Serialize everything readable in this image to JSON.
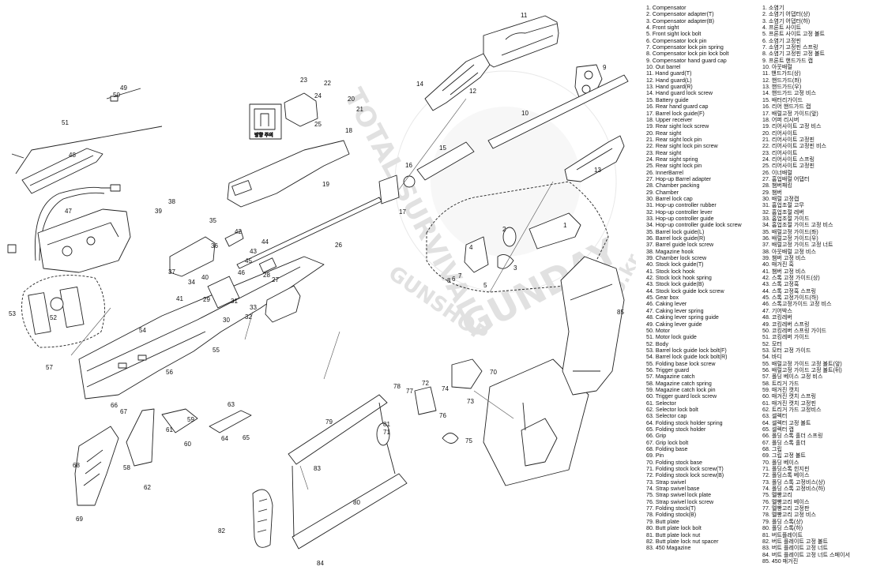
{
  "watermark": {
    "arc_top": "TOTAL SURVIVAL",
    "arc_bottom": "GUNSHOP",
    "brand": "GUNDAY",
    "suffix": ".co.kr"
  },
  "inset_box": {
    "label": "방향 주의"
  },
  "callouts": [
    "1",
    "2",
    "3",
    "4",
    "5",
    "6",
    "7",
    "8",
    "9",
    "10",
    "11",
    "12",
    "13",
    "14",
    "15",
    "16",
    "17",
    "18",
    "19",
    "20",
    "21",
    "22",
    "23",
    "24",
    "25",
    "26",
    "27",
    "28",
    "29",
    "30",
    "31",
    "32",
    "33",
    "34",
    "35",
    "36",
    "37",
    "38",
    "39",
    "40",
    "41",
    "42",
    "43",
    "44",
    "45",
    "46",
    "47",
    "48",
    "49",
    "50",
    "51",
    "52",
    "53",
    "54",
    "55",
    "56",
    "57",
    "58",
    "59",
    "60",
    "61",
    "62",
    "63",
    "64",
    "65",
    "66",
    "67",
    "68",
    "69",
    "70",
    "71",
    "72",
    "73",
    "74",
    "75",
    "76",
    "77",
    "78",
    "79",
    "80",
    "81",
    "82",
    "83",
    "84",
    "85"
  ],
  "parts_en": [
    "1. Compensator",
    "2. Compensator adapter(T)",
    "3. Compensator adapter(B)",
    "4. Front sight",
    "5. Front sight lock bolt",
    "6. Compensator lock pin",
    "7. Compensator lock pin spring",
    "8. Compensator lock pin lock bolt",
    "9. Compensator hand guard cap",
    "10. Out barrel",
    "11. Hand guard(T)",
    "12. Hand guard(L)",
    "13. Hand guard(R)",
    "14. Hand guard lock screw",
    "15. Battery guide",
    "16. Rear hand guard cap",
    "17. Barrel lock guide(F)",
    "18. Upper receiver",
    "19. Rear sight lock screw",
    "20. Rear sight",
    "21. Rear sight lock pin",
    "22. Rear sight lock pin screw",
    "23. Rear sight",
    "24. Rear sight spring",
    "25. Rear sight lock pin",
    "26. InnerBarrel",
    "27. Hop-up Barrel adapter",
    "28. Chamber packing",
    "29. Chamber",
    "30. Barrel lock cap",
    "31. Hop-up controller rubber",
    "32. Hop-up controller lever",
    "33. Hop-up controller guide",
    "34. Hop-up controller guide lock screw",
    "35. Barrel lock guide(L)",
    "36. Barrel lock guide(R)",
    "37. Barrel guide lock screw",
    "38. Magazine hook",
    "39. Chamber lock screw",
    "40. Stock lock guide(T)",
    "41. Stock lock hook",
    "42. Stock lock hook spring",
    "43. Stock lock guide(B)",
    "44. Stock lock guide lock   screw",
    "45. Gear box",
    "46. Caking lever",
    "47. Caking lever spring",
    "48. Caking lever spring guide",
    "49. Caking lever guide",
    "50. Motor",
    "51. Motor lock guide",
    "52. Body",
    "53. Barrel lock guide lock bolt(F)",
    "54. Barrel lock guide lock bolt(R)",
    "55. Folding base lock screw",
    "56. Trigger guard",
    "57. Magazine catch",
    "58. Magazine catch spring",
    "59. Magazine catch lock pin",
    "60. Trigger guard lock screw",
    "61. Selector",
    "62. Selector lock bolt",
    "63. Selector cap",
    "64. Folding stock holder spring",
    "65. Folding stock holder",
    "66. Grip",
    "67. Grip lock bolt",
    "68. Folding base",
    "69. Pin",
    "70. Folding stock base",
    "71. Folding stock lock screw(T)",
    "72. Folding stock lock screw(B)",
    "73. Strap swivel",
    "74. Strap swivel base",
    "75. Strap swivel lock plate",
    "76. Strap swivel lock screw",
    "77. Folding stock(T)",
    "78. Folding stock(B)",
    "79. Butt plate",
    "80. Butt plate lock bolt",
    "81. Butt plate lock nut",
    "82. Butt plate lock nut spacer",
    "83. 450 Magazine"
  ],
  "parts_ko": [
    "1. 소염기",
    "2. 소염기 어댑터(상)",
    "3. 소염기 어댑터(하)",
    "4. 프론트 사이트",
    "5. 프론트 사이트 고정 볼트",
    "6. 소염기 고정핀",
    "7. 소염기 고정핀 스프링",
    "8. 소염기 고정핀 고정 볼트",
    "9. 프론트 핸드가드 캡",
    "10. 아웃배럴",
    "11. 핸드가드(상)",
    "12. 핸드가드(좌)",
    "13. 핸드가드(우)",
    "14. 핸드가드 고정 비스",
    "15. 배터리가이드",
    "16. 리어 핸드가드 캡",
    "17. 배럴고정 가이드(앞)",
    "18. 어퍼 리시버",
    "19. 리어사이트 고정 비스",
    "20. 리어사이트",
    "21. 리어사이트 고정핀",
    "22. 리어사이트 고정핀 비스",
    "23. 리어사이트",
    "24. 리어사이트 스프링",
    "25. 리어사이트 고정핀",
    "26. 이너배럴",
    "27. 홉업배럴 어댑터",
    "28. 챔버패킹",
    "29. 챔버",
    "30. 배럴 고정캡",
    "31. 홉업조절 고무",
    "32. 홉업조절 레버",
    "33. 홉업조절 가이드",
    "34. 홉업조절 가이드 고정 비스",
    "35. 배럴고정 가이드(좌)",
    "36. 배럴고정 가이드(우)",
    "37. 배럴고정 가이드 고정 너트",
    "38. 아웃배럴 고정 비스",
    "39. 챔버 고정 비스",
    "40. 매거진 훅",
    "41. 챔버 고정 비스",
    "42. 스톡 고정 가이드(상)",
    "43. 스톡 고정훅",
    "44. 스톡 고정훅 스프링",
    "45. 스톡 고정가이드(하)",
    "46. 스톡고정가이드 고정 비스",
    "47. 기어박스",
    "48. 코킹레버",
    "49. 코킹레버 스프링",
    "50. 코킹레버 스프링 가이드",
    "51. 코킹레버 가이드",
    "52. 모터",
    "53. 모터 고정 가이드",
    "54. 바디",
    "55. 배럴고정 가이드 고정 볼트(앞)",
    "56. 배럴고정 가이드 고정 볼트(뒤)",
    "57. 폴딩 베이스 고정 비스",
    "58. 트리거 가드",
    "59. 매거진 캣치",
    "60. 매거진 캣치 스프링",
    "61. 매거진 캣치 고정핀",
    "62. 트리거 가드 고정비스",
    "63. 셀렉터",
    "64. 셀렉터 고정 볼트",
    "65. 셀렉터 캡",
    "66. 폴딩 스톡 홀더 스프링",
    "67. 폴딩 스톡 홀더",
    "68. 그립",
    "69. 그립 고정 볼트",
    "70. 폴딩 베이스",
    "71. 폴딩스톡 힌지핀",
    "72. 폴딩스톡 베이스",
    "73. 폴딩 스톡 고정비스(상)",
    "74. 폴딩 스톡 고정비스(하)",
    "75. 멜빵고리",
    "76. 멜빵고리 베이스",
    "77. 멜빵고리 고정판",
    "78. 멜빵고리 고정 비스",
    "79. 폴딩 스톡(상)",
    "80. 폴딩 스톡(하)",
    "81. 버트플레이트",
    "82. 버트 플레이트 고정 볼트",
    "83. 버트 플레이트 고정 너트",
    "84. 버트 플레이트 고정 너트 스페이서",
    "85. 450 매거진"
  ]
}
